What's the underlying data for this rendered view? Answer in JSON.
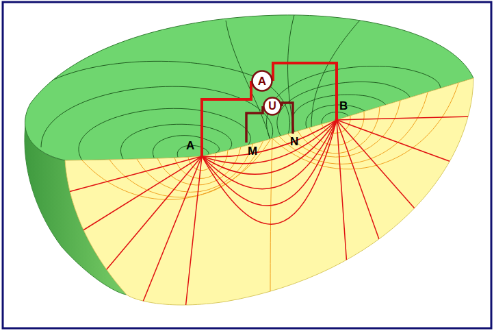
{
  "diagram": {
    "nodes": [
      {
        "text": [
          "A"
        ]
      },
      {
        "text": [
          "U"
        ]
      }
    ],
    "labels": [
      "A",
      "M",
      "N",
      "B"
    ]
  }
}
